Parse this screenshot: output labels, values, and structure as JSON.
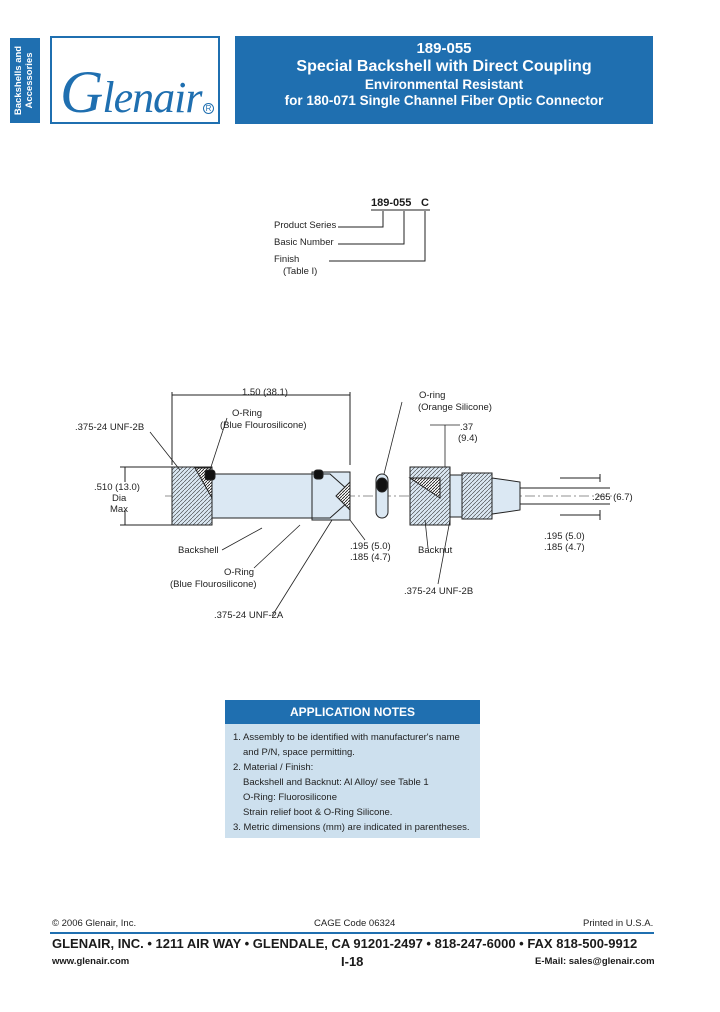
{
  "side_tab": {
    "label": "Backshells and Accessories"
  },
  "logo": {
    "initial": "G",
    "rest": "lenair",
    "reg": "R"
  },
  "banner": {
    "part": "189-055",
    "title": "Special Backshell with Direct Coupling",
    "subtitle": "Environmental Resistant",
    "description": "for 180-071 Single Channel Fiber Optic Connector"
  },
  "part_number": {
    "base": "189-055",
    "suffix": "C",
    "labels": [
      "Product Series",
      "Basic Number",
      "Finish",
      "(Table I)"
    ]
  },
  "drawing": {
    "dim_length": "1.50 (38.1)",
    "thread_top_left": ".375-24 UNF-2B",
    "oring_top_1": "O-Ring",
    "oring_top_2": "(Blue Flourosilicone)",
    "oring_right_1": "O-ring",
    "oring_right_2": "(Orange Silicone)",
    "dim_37_1": ".37",
    "dim_37_2": "(9.4)",
    "dia_1": ".510 (13.0)",
    "dia_2": "Dia",
    "dia_3": "Max",
    "dim_265": ".265 (6.7)",
    "backshell": "Backshell",
    "oring_bottom_1": "O-Ring",
    "oring_bottom_2": "(Blue Flourosilicone)",
    "thread_bottom": ".375-24 UNF-2A",
    "dim_195": ".195 (5.0)",
    "dim_185a": ".185 (4.7)",
    "backnut": "Backnut",
    "thread_bottom_right": ".375-24 UNF-2B",
    "dim_195b": ".195 (5.0)",
    "dim_185b": ".185 (4.7)"
  },
  "notes": {
    "heading": "APPLICATION NOTES",
    "n1a": "1. Assembly to be identified with manufacturer's name",
    "n1b": "and P/N, space permitting.",
    "n2a": "2. Material / Finish:",
    "n2b": "Backshell and Backnut: Al Alloy/ see Table 1",
    "n2c": "O-Ring: Fluorosilicone",
    "n2d": "Strain relief boot & O-Ring Silicone.",
    "n3": "3. Metric dimensions (mm) are indicated in parentheses."
  },
  "footer": {
    "copyright": "© 2006 Glenair, Inc.",
    "cage": "CAGE Code 06324",
    "printed": "Printed in U.S.A.",
    "address": "GLENAIR, INC. • 1211 AIR WAY • GLENDALE, CA 91201-2497 • 818-247-6000 • FAX 818-500-9912",
    "web": "www.glenair.com",
    "page": "I-18",
    "email": "E-Mail: sales@glenair.com"
  },
  "colors": {
    "brand": "#1f6fb0",
    "notes_bg": "#cde0ee",
    "part_fill": "#dbe8f3"
  }
}
